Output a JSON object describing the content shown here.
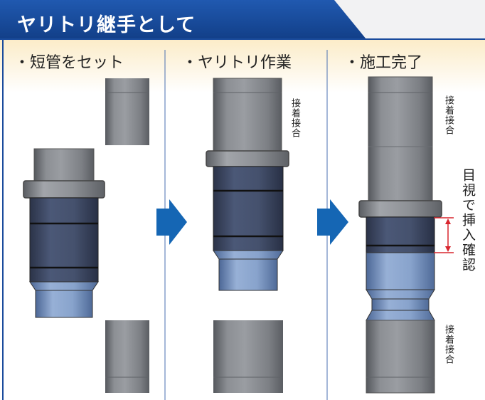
{
  "title": "ヤリトリ継手として",
  "steps": [
    {
      "label": "・短管をセット"
    },
    {
      "label": "・ヤリトリ作業"
    },
    {
      "label": "・施工完了"
    }
  ],
  "labels": {
    "adhesive_joint": "接着接合",
    "visual_check": "目視で挿入確認"
  },
  "colors": {
    "title_bar": "#1a4b9c",
    "arrow": "#1566b4",
    "marker": "#d8262e",
    "pipe_gray": "#8a8d92",
    "fitting_blue": "#7e9cc6"
  }
}
